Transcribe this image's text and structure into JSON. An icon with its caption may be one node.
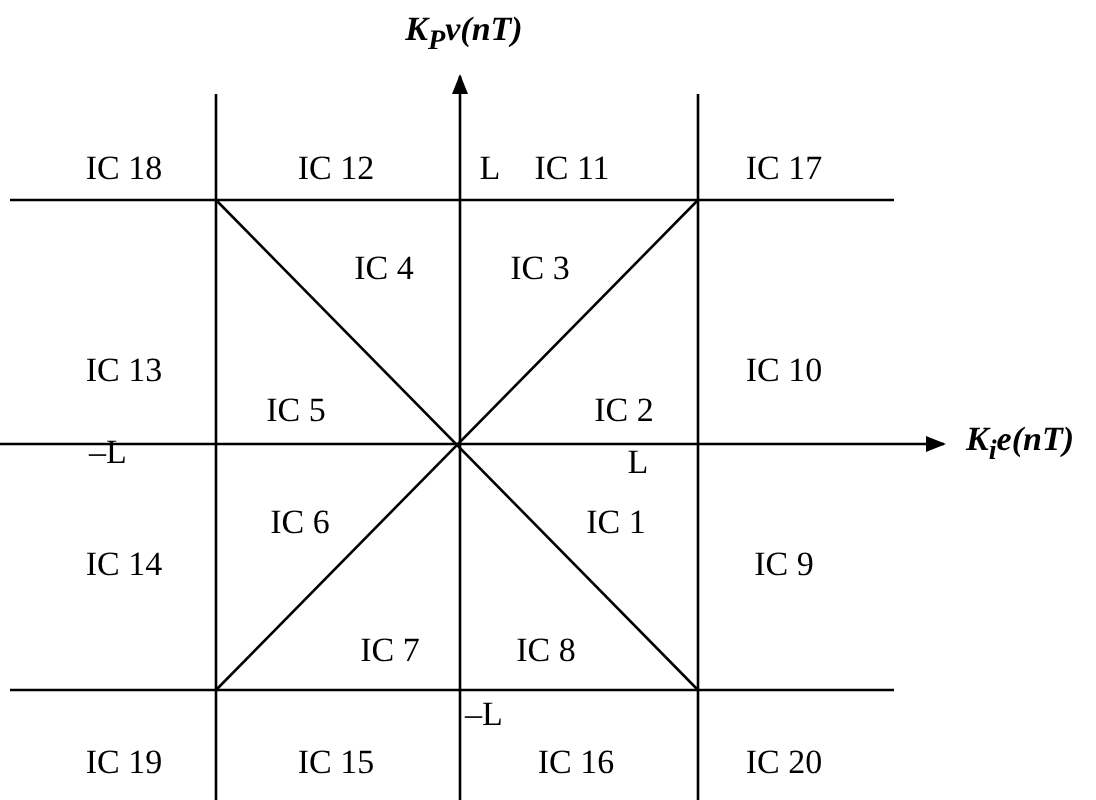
{
  "diagram": {
    "labels": [
      "K$_{P}$v(nT)",
      "IC 18",
      "IC 12",
      "L",
      "IC 11",
      "IC 17",
      "IC 4",
      "IC 3",
      "IC 13",
      "IC 10",
      "IC 5",
      "IC 2",
      "K$_{i}$e(nT)",
      "–L",
      "L",
      "IC 6",
      "IC 1",
      "IC 14",
      "IC 9",
      "IC 7",
      "IC 8",
      "–L",
      "IC 19",
      "IC 15",
      "IC 16",
      "IC 20"
    ]
  }
}
